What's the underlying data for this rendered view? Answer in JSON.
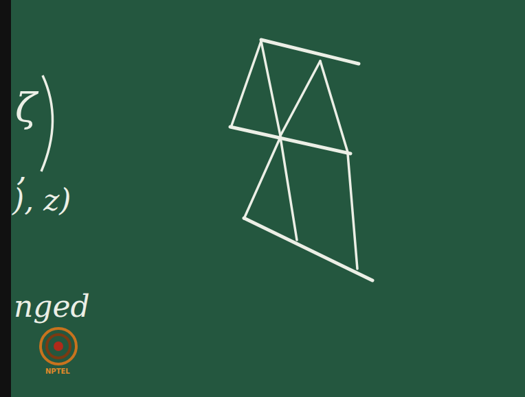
{
  "diagram": {
    "labels": [
      "ζ",
      ",",
      "), z)",
      "nged",
      "NPTEL"
    ]
  }
}
